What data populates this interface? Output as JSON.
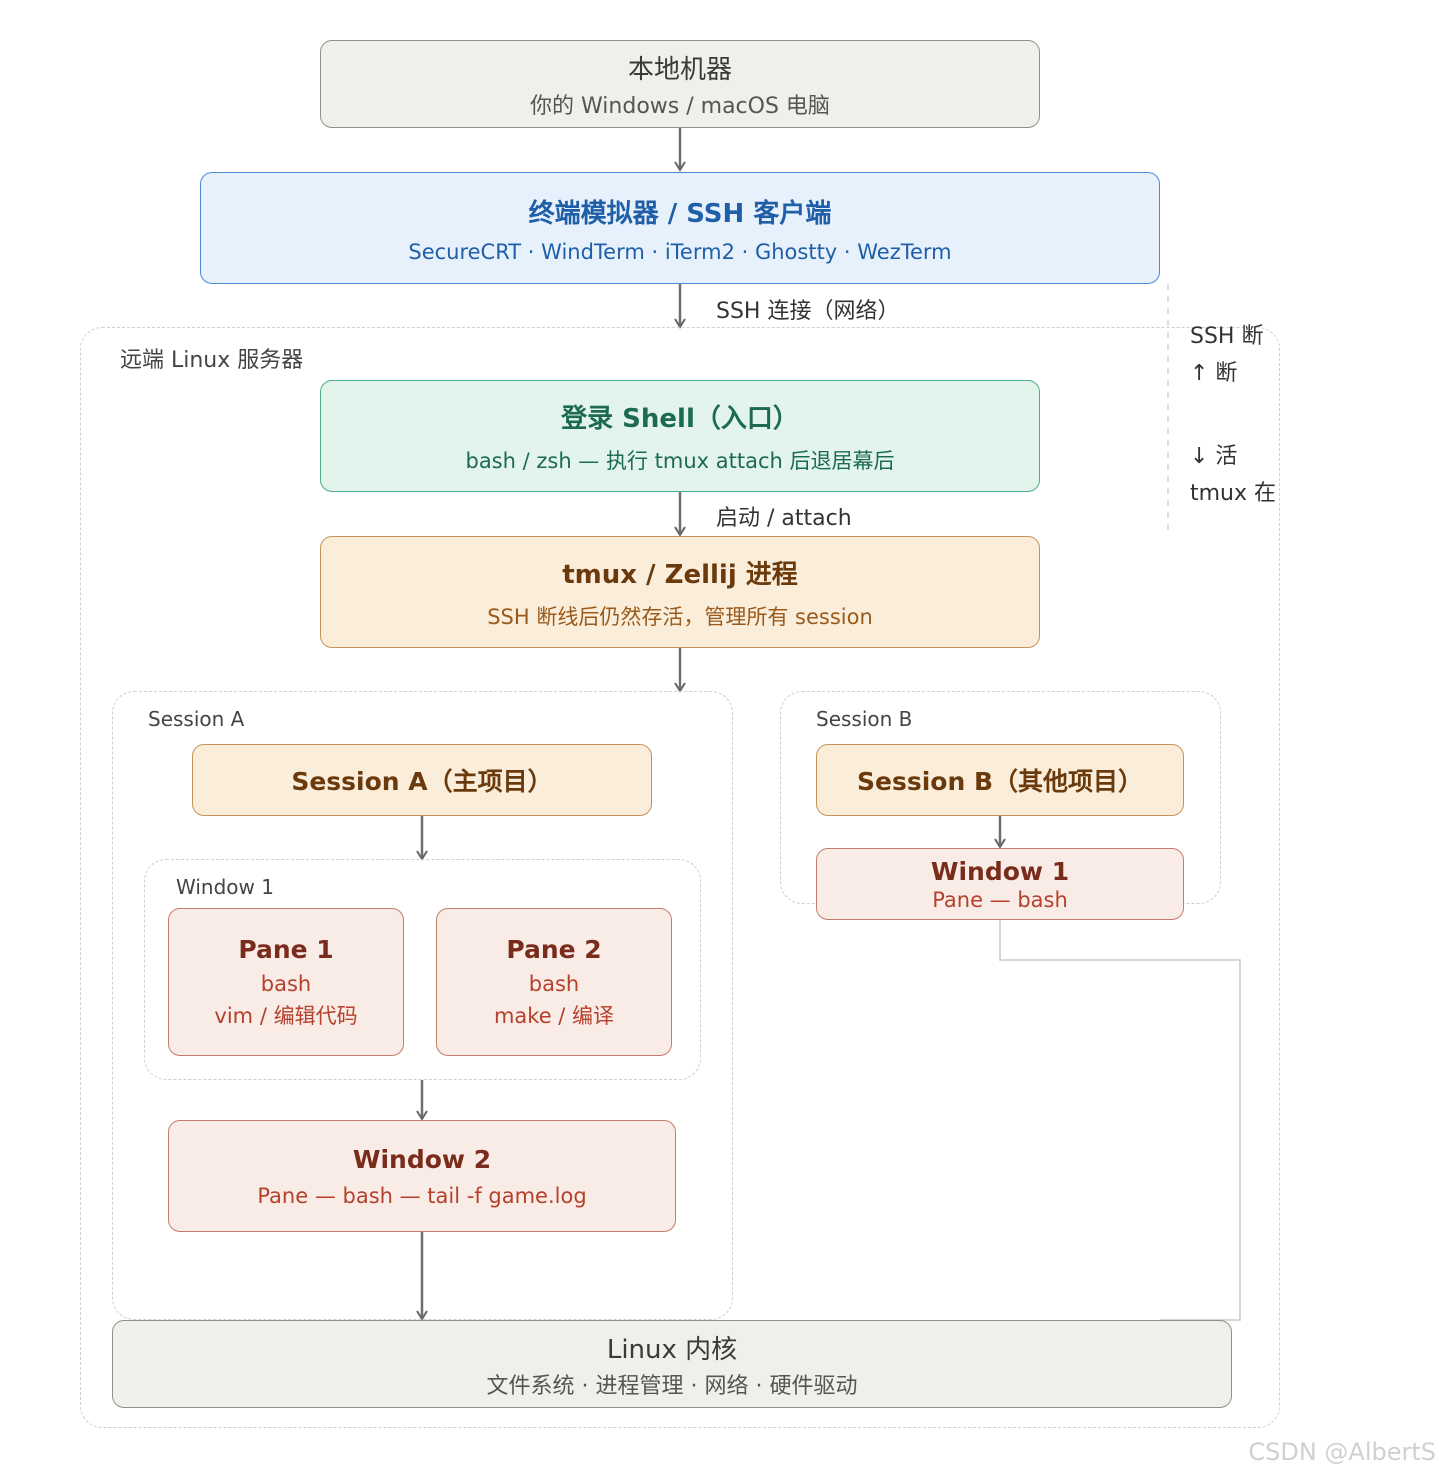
{
  "local": {
    "title": "本地机器",
    "subtitle": "你的 Windows / macOS 电脑"
  },
  "terminal": {
    "title": "终端模拟器 / SSH 客户端",
    "subtitle": "SecureCRT · WindTerm · iTerm2 · Ghostty · WezTerm"
  },
  "ssh_edge_label": "SSH 连接（网络）",
  "side_note": {
    "line1": "SSH 断",
    "line2": "↑ 断",
    "line3": "↓ 活",
    "line4": "tmux 在"
  },
  "server_label": "远端 Linux 服务器",
  "login_shell": {
    "title": "登录 Shell（入口）",
    "subtitle": "bash / zsh — 执行 tmux attach 后退居幕后"
  },
  "attach_edge_label": "启动 / attach",
  "tmux": {
    "title": "tmux / Zellij 进程",
    "subtitle": "SSH 断线后仍然存活，管理所有 session"
  },
  "session_a": {
    "group_label": "Session A",
    "title": "Session A（主项目）",
    "window1": {
      "group_label": "Window 1",
      "pane1": {
        "title": "Pane 1",
        "line1": "bash",
        "line2": "vim / 编辑代码"
      },
      "pane2": {
        "title": "Pane 2",
        "line1": "bash",
        "line2": "make / 编译"
      }
    },
    "window2": {
      "title": "Window 2",
      "subtitle": "Pane — bash — tail -f game.log"
    }
  },
  "session_b": {
    "group_label": "Session B",
    "title": "Session B（其他项目）",
    "window1": {
      "title": "Window 1",
      "subtitle": "Pane — bash"
    }
  },
  "kernel": {
    "title": "Linux 内核",
    "subtitle": "文件系统 · 进程管理 · 网络 · 硬件驱动"
  },
  "watermark": "CSDN @AlbertS",
  "colors": {
    "blue_text": "#1f5fa8",
    "green_text": "#1d6b4f",
    "orange_title": "#6b3a0c",
    "orange_text": "#9a5a1b",
    "pink_title": "#7a2c1c",
    "pink_text": "#b5412c",
    "gray_title": "#3a3a3a",
    "gray_text": "#555555"
  }
}
